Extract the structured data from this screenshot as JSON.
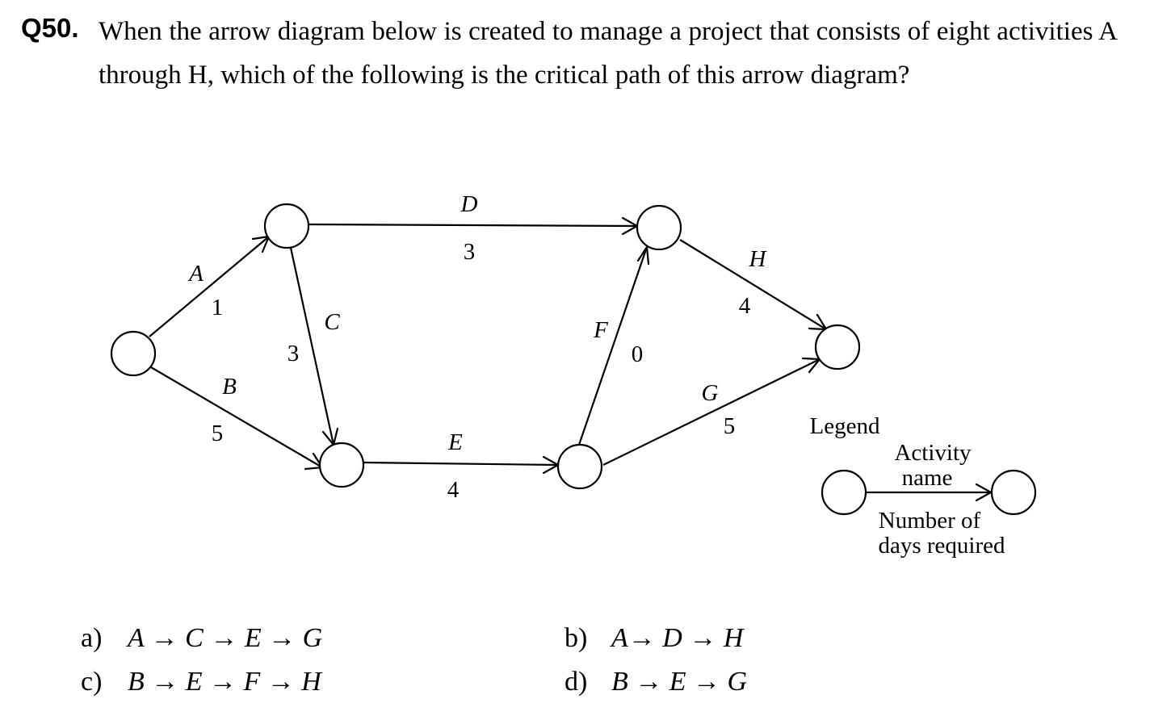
{
  "question": {
    "number": "Q50.",
    "text": "When the arrow diagram below is created to manage a project that consists of eight activities A through H, which of the following is the critical path of this arrow diagram?"
  },
  "diagram": {
    "edges": [
      {
        "id": "A",
        "name": "A",
        "days": "1"
      },
      {
        "id": "B",
        "name": "B",
        "days": "5"
      },
      {
        "id": "C",
        "name": "C",
        "days": "3"
      },
      {
        "id": "D",
        "name": "D",
        "days": "3"
      },
      {
        "id": "E",
        "name": "E",
        "days": "4"
      },
      {
        "id": "F",
        "name": "F",
        "days": "0"
      },
      {
        "id": "G",
        "name": "G",
        "days": "5"
      },
      {
        "id": "H",
        "name": "H",
        "days": "4"
      }
    ],
    "legend": {
      "title": "Legend",
      "activity_label_line1": "Activity",
      "activity_label_line2": "name",
      "days_label_line1": "Number of",
      "days_label_line2": "days required"
    }
  },
  "choices": [
    {
      "letter": "a)",
      "path": "A → C → E → G"
    },
    {
      "letter": "b)",
      "path": "A→ D → H"
    },
    {
      "letter": "c)",
      "path": "B → E → F → H"
    },
    {
      "letter": "d)",
      "path": "B → E → G"
    }
  ]
}
